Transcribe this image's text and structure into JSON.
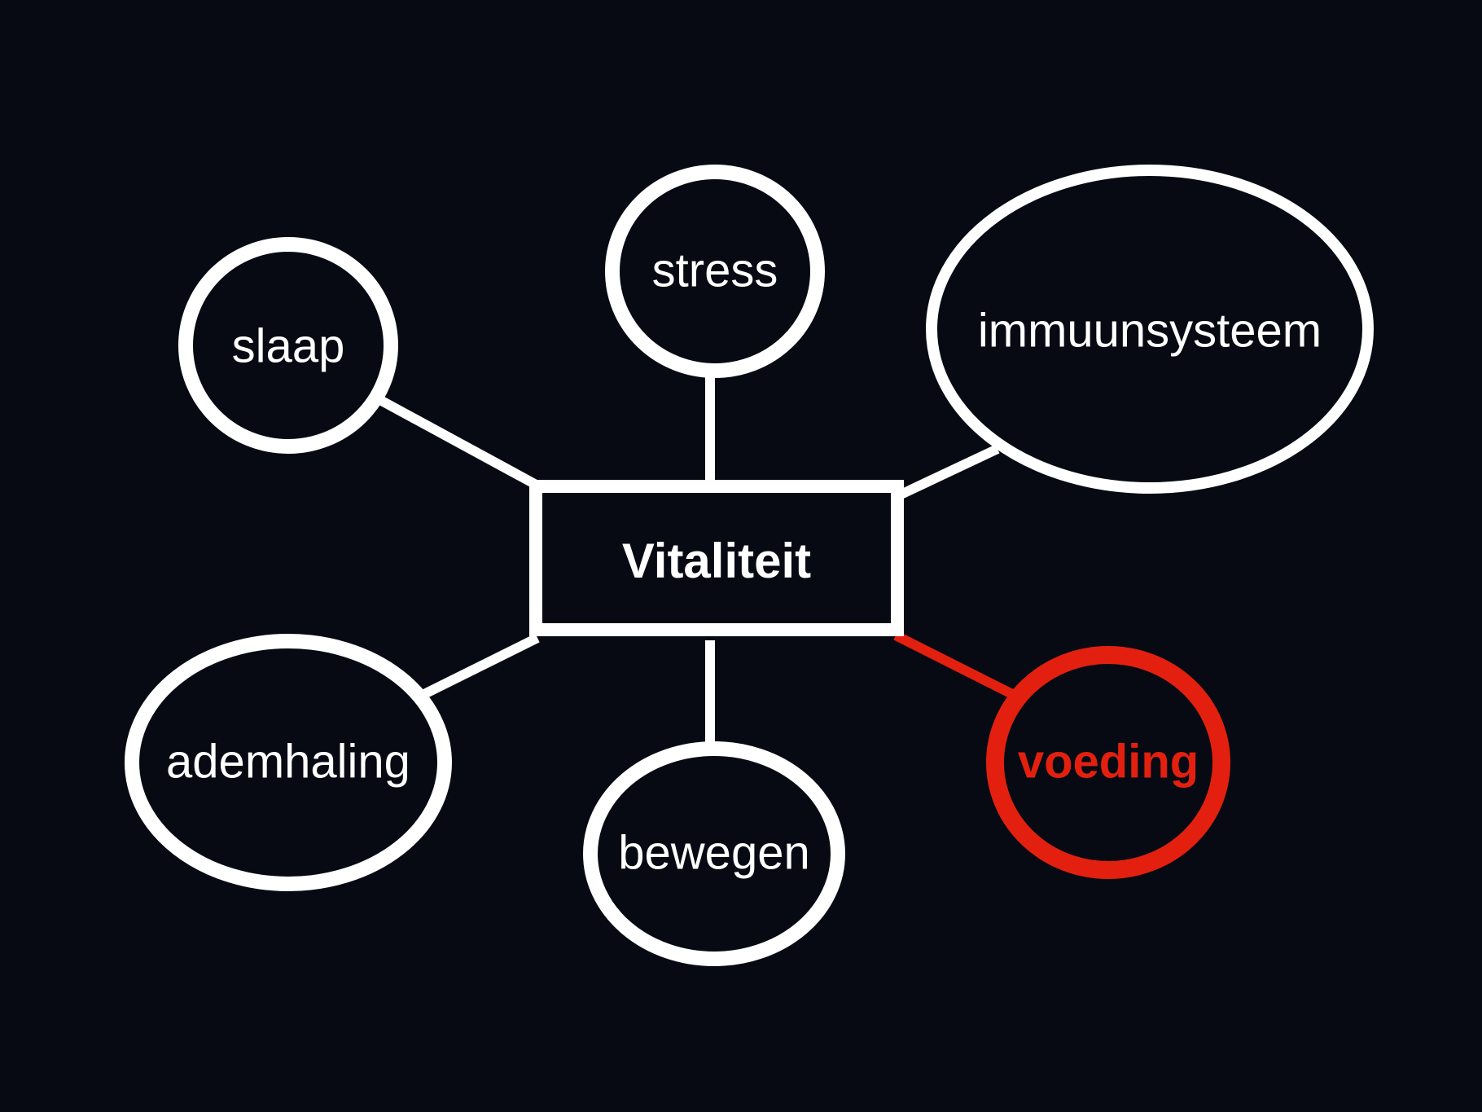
{
  "colors": {
    "background": "#070a13",
    "stroke": "#ffffff",
    "text": "#ffffff",
    "highlight": "#e3200f"
  },
  "diagram": {
    "center": {
      "label": "Vitaliteit"
    },
    "nodes": [
      {
        "id": "slaap",
        "label": "slaap",
        "highlighted": false
      },
      {
        "id": "stress",
        "label": "stress",
        "highlighted": false
      },
      {
        "id": "immuunsysteem",
        "label": "immuunsysteem",
        "highlighted": false
      },
      {
        "id": "ademhaling",
        "label": "ademhaling",
        "highlighted": false
      },
      {
        "id": "bewegen",
        "label": "bewegen",
        "highlighted": false
      },
      {
        "id": "voeding",
        "label": "voeding",
        "highlighted": true
      }
    ]
  }
}
